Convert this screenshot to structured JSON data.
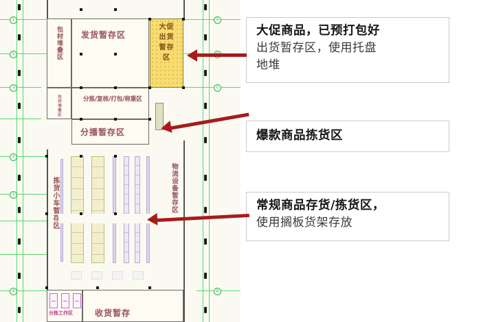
{
  "diagram": {
    "type": "warehouse-floor-plan",
    "title_visible": false,
    "background_color": "#fbfaf2",
    "grid_line_color": "#39d15a",
    "label_color": "#9e5b62",
    "arrow_color": "#a81b1b"
  },
  "plan_areas": [
    {
      "id": "packaging-material",
      "label": "包材堆叠区",
      "orientation": "vertical",
      "fill": "#fdfbf2"
    },
    {
      "id": "shipping-buffer",
      "label": "发货暂存区",
      "orientation": "horizontal",
      "fill": "#fdfbf2"
    },
    {
      "id": "promo-outbound-buffer",
      "label": "大促出货暂存区",
      "orientation": "vertical-wrapped",
      "fill": "#f7dc72",
      "hatched": true
    },
    {
      "id": "sort-check-pack-weigh",
      "label": "分拣/复核/打包/称重区",
      "orientation": "horizontal",
      "fill": "#fdfbf2"
    },
    {
      "id": "broadcast-buffer",
      "label": "分播暂存区",
      "orientation": "horizontal",
      "fill": "#fdfbf2"
    },
    {
      "id": "hot-item-picking",
      "label": "爆款商品拣货区",
      "orientation": "vertical-strip",
      "fill": "#dfe2c2"
    },
    {
      "id": "pick-cart-buffer",
      "label": "拣货小车暂存区",
      "orientation": "vertical",
      "fill": "#fdfbf2"
    },
    {
      "id": "logistics-equipment-buffer",
      "label": "物流设备暂存区",
      "orientation": "vertical",
      "fill": "#fdfbf2"
    },
    {
      "id": "receiving-buffer",
      "label": "收货暂存",
      "orientation": "horizontal",
      "fill": "#fdfbf2"
    },
    {
      "id": "sorting-workstation",
      "label": "分拣工作区",
      "orientation": "horizontal",
      "fill": "#fdf2fd"
    }
  ],
  "promo_block_lines": [
    "大促",
    "出货",
    "暂存",
    "区"
  ],
  "callouts": [
    {
      "id": "promo-callout",
      "lines": [
        {
          "text": "大促商品，已预打包好",
          "bold": true
        },
        {
          "text": "出货暂存区，使用托盘",
          "bold": false
        },
        {
          "text": "地堆",
          "bold": false
        }
      ],
      "points_to": "promo-outbound-buffer"
    },
    {
      "id": "hot-item-callout",
      "lines": [
        {
          "text": "爆款商品拣货区",
          "bold": true
        }
      ],
      "points_to": "hot-item-picking"
    },
    {
      "id": "regular-stock-callout",
      "lines": [
        {
          "text": "常规商品存货/拣货区，",
          "bold": true
        },
        {
          "text": "使用搁板货架存放",
          "bold": false
        }
      ],
      "points_to": "shelving-racks"
    }
  ],
  "grid_nodes": {
    "left": [
      "1",
      "2",
      "3",
      "4",
      "5",
      "6"
    ],
    "right": [
      "A",
      "B",
      "C",
      "D"
    ]
  },
  "rack_groups": [
    {
      "id": "rack-row-upper",
      "count": 7,
      "colors": [
        "#ece9f5",
        "#f2efd0",
        "#f2efd0",
        "#ddd6ea",
        "#ece9f5",
        "#ece9f5",
        "#ddd6ea"
      ]
    },
    {
      "id": "rack-row-lower",
      "count": 7,
      "colors": [
        "#ece9f5",
        "#f2efd0",
        "#f2efd0",
        "#ddd6ea",
        "#ece9f5",
        "#ece9f5",
        "#ddd6ea"
      ]
    }
  ]
}
